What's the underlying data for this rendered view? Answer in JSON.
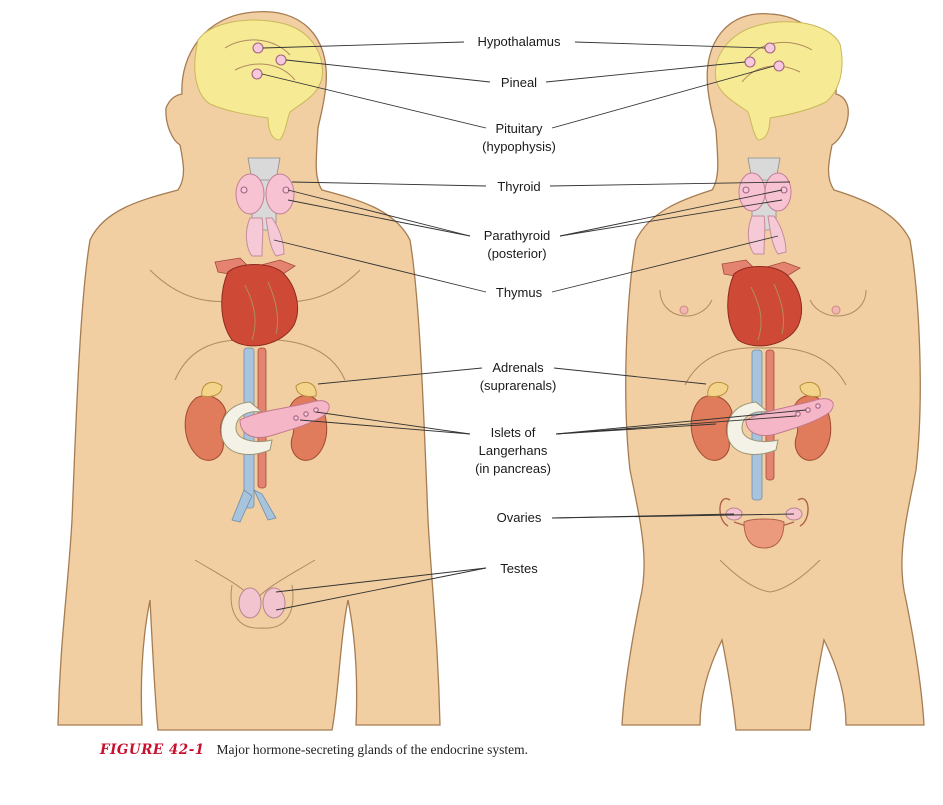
{
  "labels": {
    "hypothalamus": "Hypothalamus",
    "pineal": "Pineal",
    "pituitary_1": "Pituitary",
    "pituitary_2": "(hypophysis)",
    "thyroid": "Thyroid",
    "parathyroid_1": "Parathyroid",
    "parathyroid_2": "(posterior)",
    "thymus": "Thymus",
    "adrenals_1": "Adrenals",
    "adrenals_2": "(suprarenals)",
    "islets_1": "Islets of",
    "islets_2": "Langerhans",
    "islets_3": "(in pancreas)",
    "ovaries": "Ovaries",
    "testes": "Testes"
  },
  "caption": {
    "figure_number": "FIGURE 42-1",
    "text": "Major hormone-secreting glands of the endocrine system."
  },
  "colors": {
    "skin": "#f1cfa2",
    "brain": "#f7ea94",
    "gland": "#f6c9d6",
    "heart": "#cf4a36",
    "kidney": "#e07b5c",
    "caption_accent": "#c8102e"
  }
}
